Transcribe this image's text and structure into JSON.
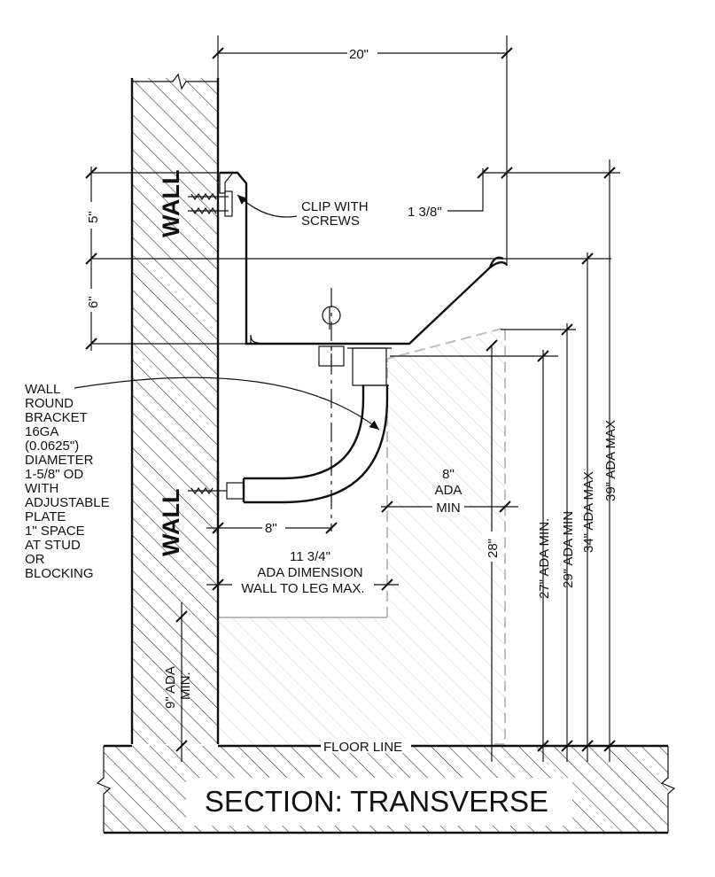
{
  "title": "SECTION: TRANSVERSE",
  "walls": {
    "upper_label": "WALL",
    "lower_label": "WALL",
    "floor_label": "FLOOR LINE"
  },
  "labels": {
    "clip": [
      "CLIP WITH",
      "SCREWS"
    ],
    "bracket": [
      "WALL",
      "ROUND",
      "BRACKET",
      "16GA",
      "(0.0625\")",
      "DIAMETER",
      "1-5/8\" OD",
      "WITH",
      "ADJUSTABLE",
      "PLATE",
      "1\" SPACE",
      "AT STUD",
      "OR",
      "BLOCKING"
    ],
    "centerline": "CL",
    "ada_wall_leg": [
      "11 3/4\"",
      "ADA DIMENSION",
      "WALL TO LEG MAX."
    ],
    "knee_min": [
      "8\"",
      "ADA",
      "MIN"
    ]
  },
  "dimensions": {
    "top_width": "20\"",
    "lip": "1 3/8\"",
    "back_height": "5\"",
    "bowl_depth": "6\"",
    "bracket_reach": "8\"",
    "knee_height": "28\"",
    "toe_height": [
      "9\" ADA",
      "MIN."
    ],
    "rim_27": "27\" ADA MIN.",
    "rim_29": "29\" ADA MIN",
    "rim_34": "34\" ADA MAX",
    "rim_39": "39\" ADA MAX"
  },
  "colors": {
    "line": "#111111",
    "ada_zone": "#bdbdbd"
  }
}
